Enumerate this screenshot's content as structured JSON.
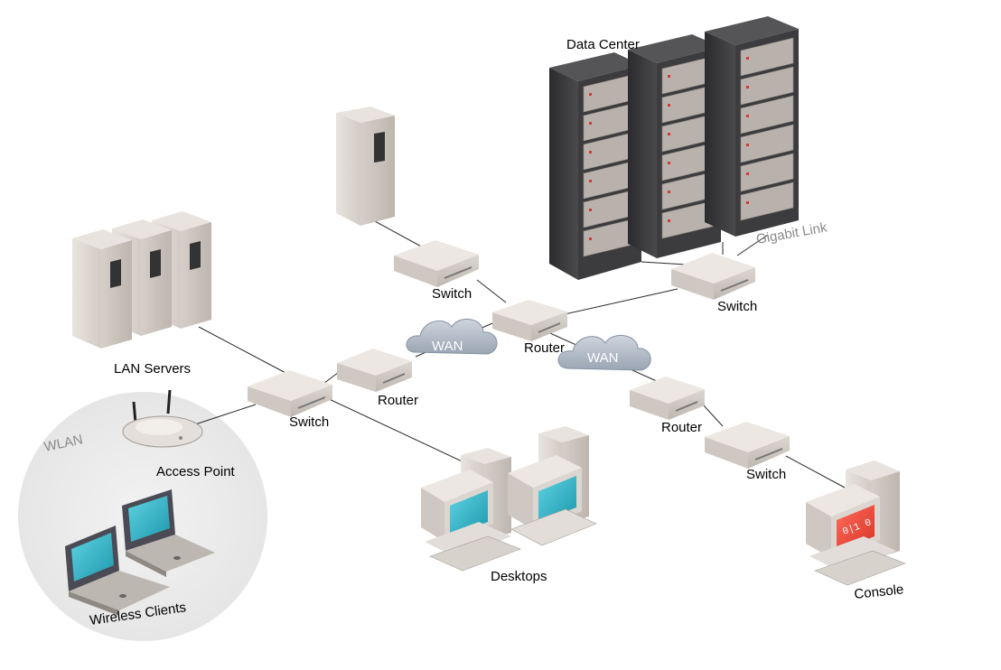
{
  "labels": {
    "data_center": "Data Center",
    "gigabit_link": "Gigabit Link",
    "switch_top": "Switch",
    "switch_dc": "Switch",
    "router_center": "Router",
    "wan_left": "WAN",
    "wan_right": "WAN",
    "lan_servers": "LAN Servers",
    "router_left": "Router",
    "switch_left": "Switch",
    "wlan": "WLAN",
    "access_point": "Access Point",
    "wireless_clients": "Wireless Clients",
    "desktops": "Desktops",
    "router_right": "Router",
    "switch_right": "Switch",
    "console": "Console"
  },
  "colors": {
    "rack": "#3a3a3c",
    "chassis": "#d9d2cc",
    "screen": "#2bb5c8",
    "console_screen": "#e8463a",
    "wan_cloud": "#b3bcc8",
    "wlan_zone": "#ececec"
  }
}
